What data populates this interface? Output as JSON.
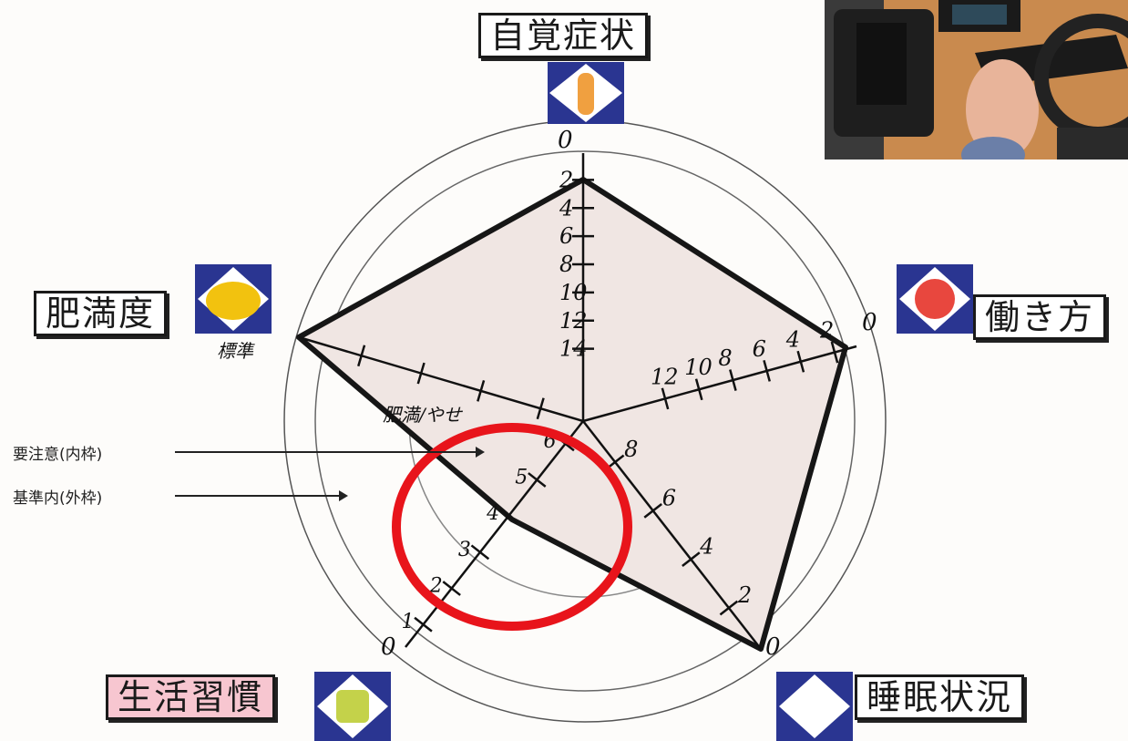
{
  "axes": {
    "top": {
      "label": "自覚症状",
      "top_value": "0",
      "ticks": [
        "2",
        "4",
        "6",
        "8",
        "10",
        "12",
        "14"
      ]
    },
    "right": {
      "label": "働き方",
      "outer_value": "0",
      "ticks": [
        "2",
        "4",
        "6",
        "8",
        "10",
        "12"
      ]
    },
    "bottom_right": {
      "label": "睡眠状況",
      "outer_value": "0",
      "ticks": [
        "2",
        "4",
        "6",
        "8"
      ]
    },
    "bottom_left": {
      "label": "生活習慣",
      "outer_value": "0",
      "ticks": [
        "1",
        "2",
        "3",
        "4",
        "5",
        "6"
      ]
    },
    "left": {
      "label": "肥満度",
      "outer_label": "標準",
      "inner_label": "肥満/やせ"
    }
  },
  "legend": {
    "inner": "要注意(内枠)",
    "outer": "基準内(外枠)"
  },
  "colors": {
    "icon_navy": "#2a3591",
    "fill": "#efe6e3",
    "highlight": "#e8141b",
    "orange": "#f0a040",
    "yellow": "#f2c20f",
    "red": "#e8473e",
    "lime": "#c4d24a"
  },
  "photo": {
    "description_icon": "photo-desk-keyboard"
  }
}
